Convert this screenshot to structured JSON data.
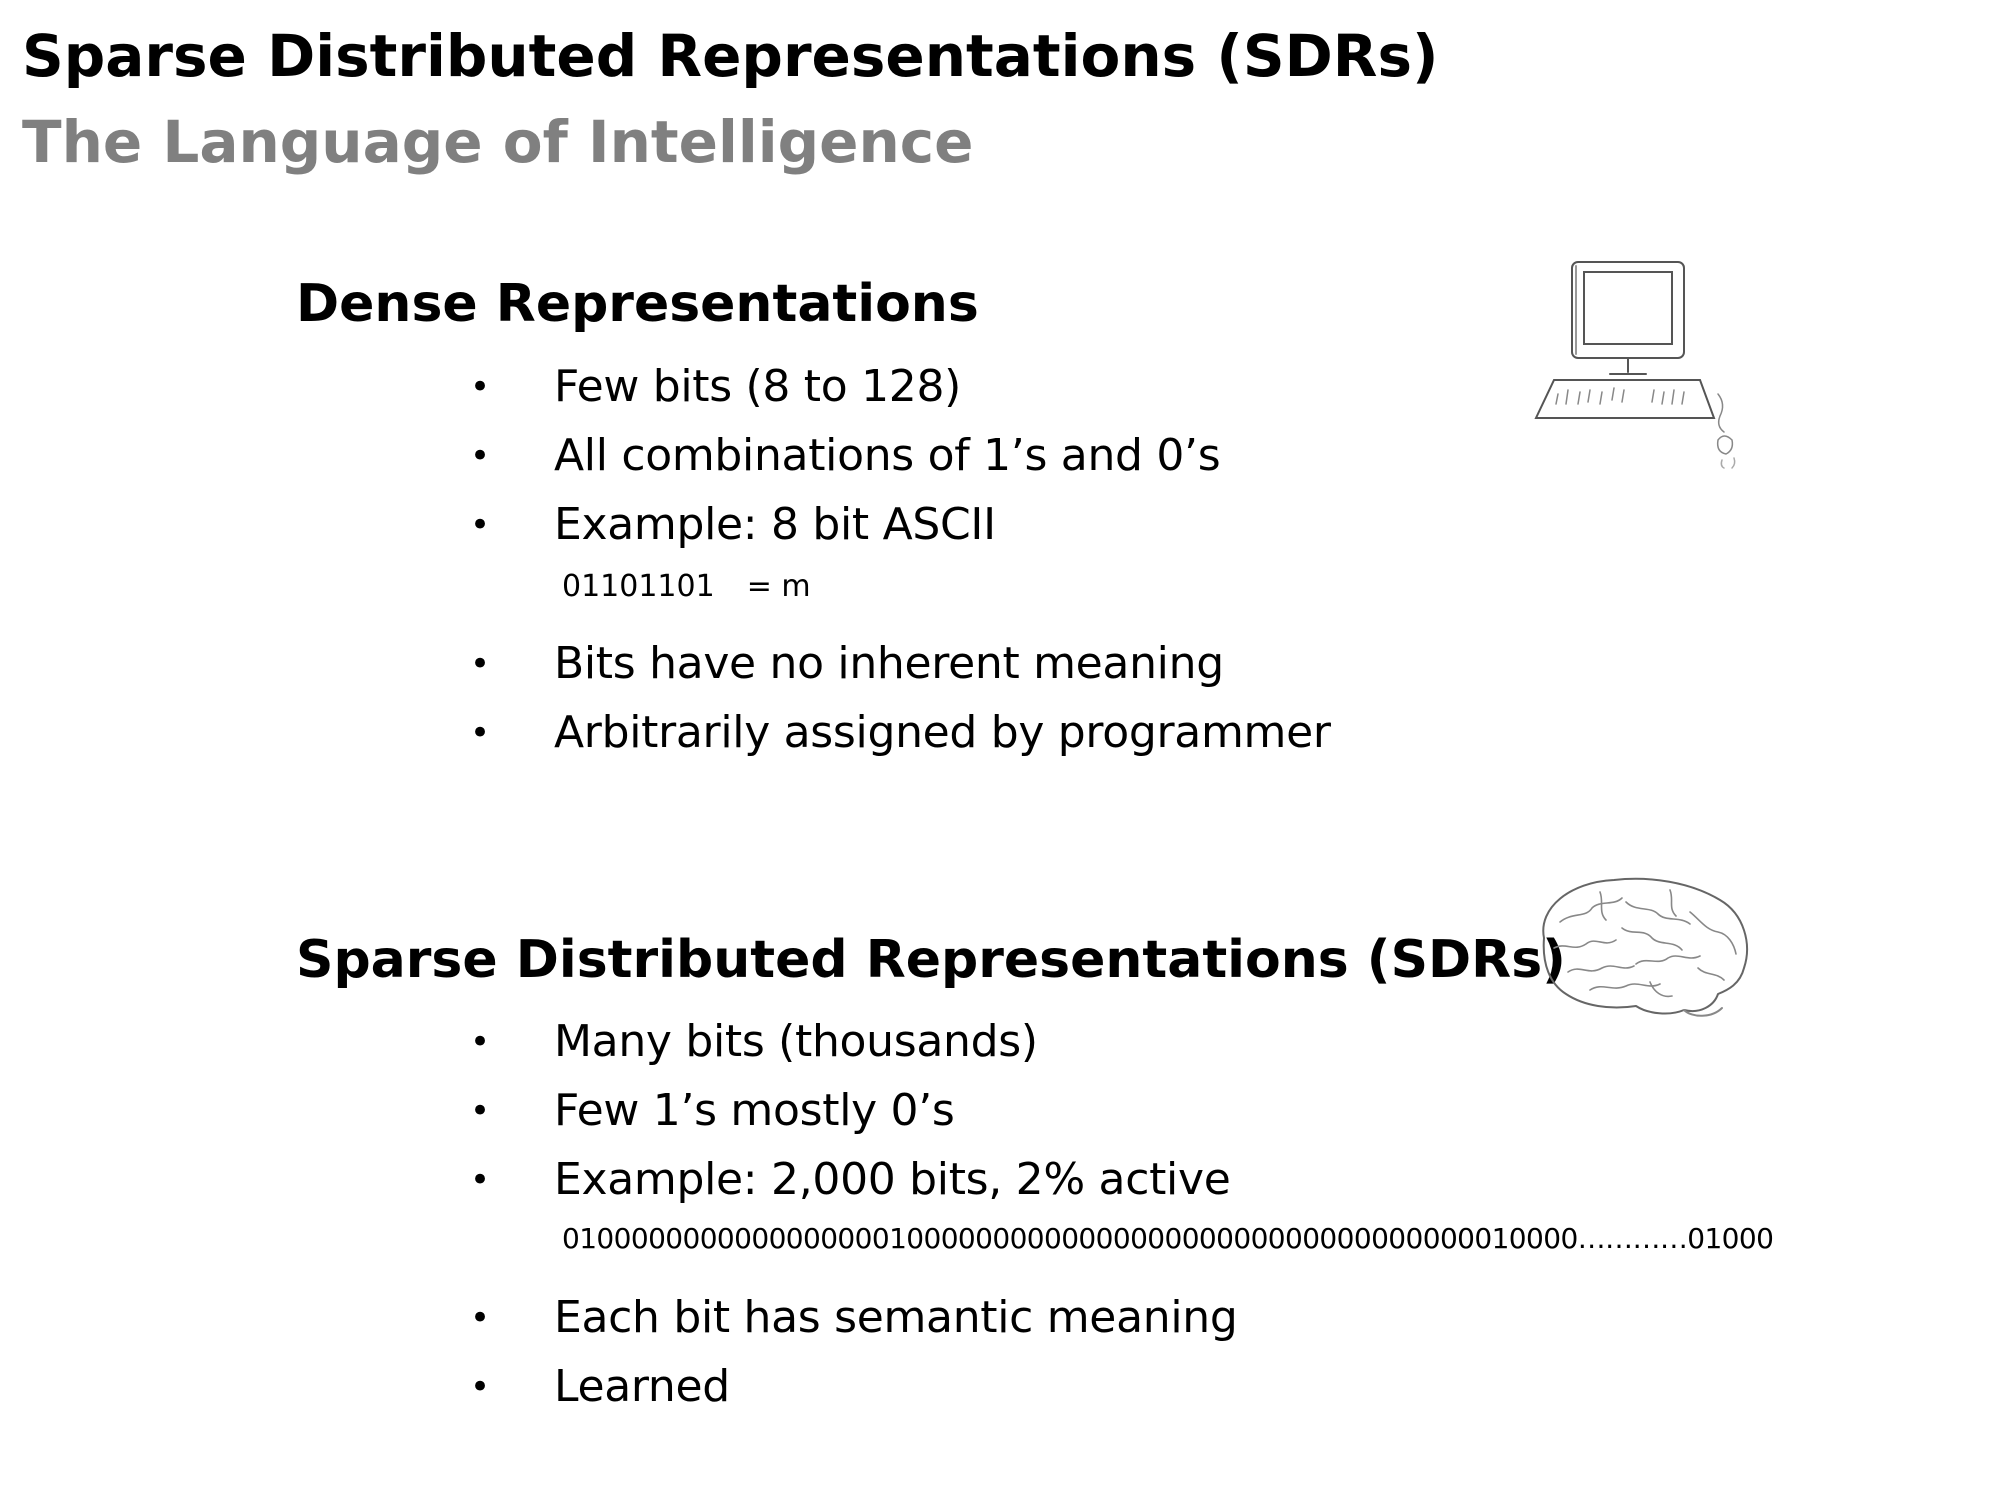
{
  "slide": {
    "title": "Sparse Distributed Representations (SDRs)",
    "subtitle": "The Language of Intelligence"
  },
  "dense": {
    "heading": "Dense Representations",
    "bullets": [
      "Few bits (8 to 128)",
      "All combinations of 1’s and 0’s",
      "Example: 8 bit ASCII",
      "Bits have no inherent meaning",
      "Arbitrarily assigned by programmer"
    ],
    "example_bits": "01101101",
    "example_value": "= m",
    "illustration_icon": "computer-icon"
  },
  "sdr": {
    "heading": "Sparse Distributed Representations (SDRs)",
    "bullets": [
      "Many bits (thousands)",
      "Few 1’s mostly 0’s",
      "Example: 2,000 bits, 2% active",
      "Each bit has semantic meaning",
      "Learned"
    ],
    "example_bits": "01000000000000000001000000000000000000000000000000000010000…………01000",
    "illustration_icon": "brain-icon"
  },
  "bullet_glyph": "•",
  "colors": {
    "title": "#000000",
    "subtitle": "#808080",
    "background": "#ffffff"
  }
}
